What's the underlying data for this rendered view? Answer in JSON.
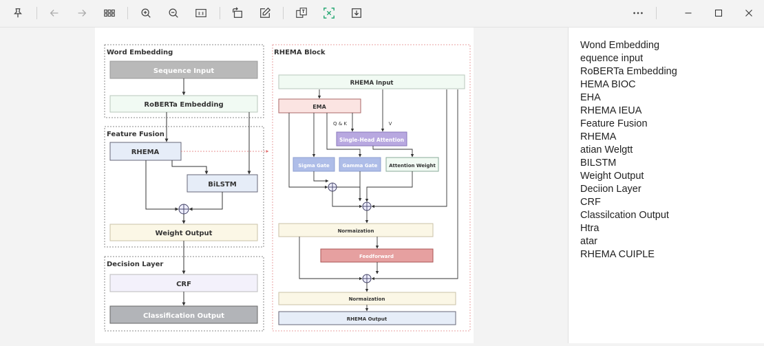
{
  "toolbar": {
    "icons": [
      "pin-icon",
      "back-arrow-icon",
      "forward-arrow-icon",
      "grid-icon",
      "zoom-in-icon",
      "zoom-out-icon",
      "actual-size-icon",
      "rotate-icon",
      "edit-icon",
      "translate-icon",
      "ocr-scan-icon",
      "save-icon",
      "more-icon",
      "minimize-icon",
      "maximize-icon",
      "close-icon"
    ]
  },
  "diagram": {
    "word_embedding": {
      "title": "Word Embedding",
      "sequence_input": "Sequence Input",
      "roberta": "RoBERTa Embedding"
    },
    "feature_fusion": {
      "title": "Feature Fusion",
      "rhema": "RHEMA",
      "bilstm": "BiLSTM",
      "weight_output": "Weight Output"
    },
    "decision_layer": {
      "title": "Decision Layer",
      "crf": "CRF",
      "classification_output": "Classification Output"
    },
    "rhema_block": {
      "title": "RHEMA Block",
      "input": "RHEMA Input",
      "ema": "EMA",
      "qk": "Q & K",
      "v": "V",
      "single_head": "Single-Head Attention",
      "sigma_gate": "Sigma Gate",
      "gamma_gate": "Gamma Gate",
      "attention_weight": "Attention Weight",
      "normalization_1": "Normaization",
      "feedforward": "Feedforward",
      "normalization_2": "Normaization",
      "output": "RHEMA Output"
    }
  },
  "ocr_panel": {
    "lines": [
      "Wond Embedding",
      "equence input",
      "RoBERTa Embedding",
      "HEMA BIOC",
      "EHA",
      "RHEMA IEUA",
      "Feature Fusion",
      "RHEMA",
      "atian Welgtt",
      "BILSTM",
      "Weight Output",
      "Deciion Layer",
      "CRF",
      "Classilcation Output",
      "Htra",
      "atar",
      "RHEMA CUIPLE"
    ]
  }
}
